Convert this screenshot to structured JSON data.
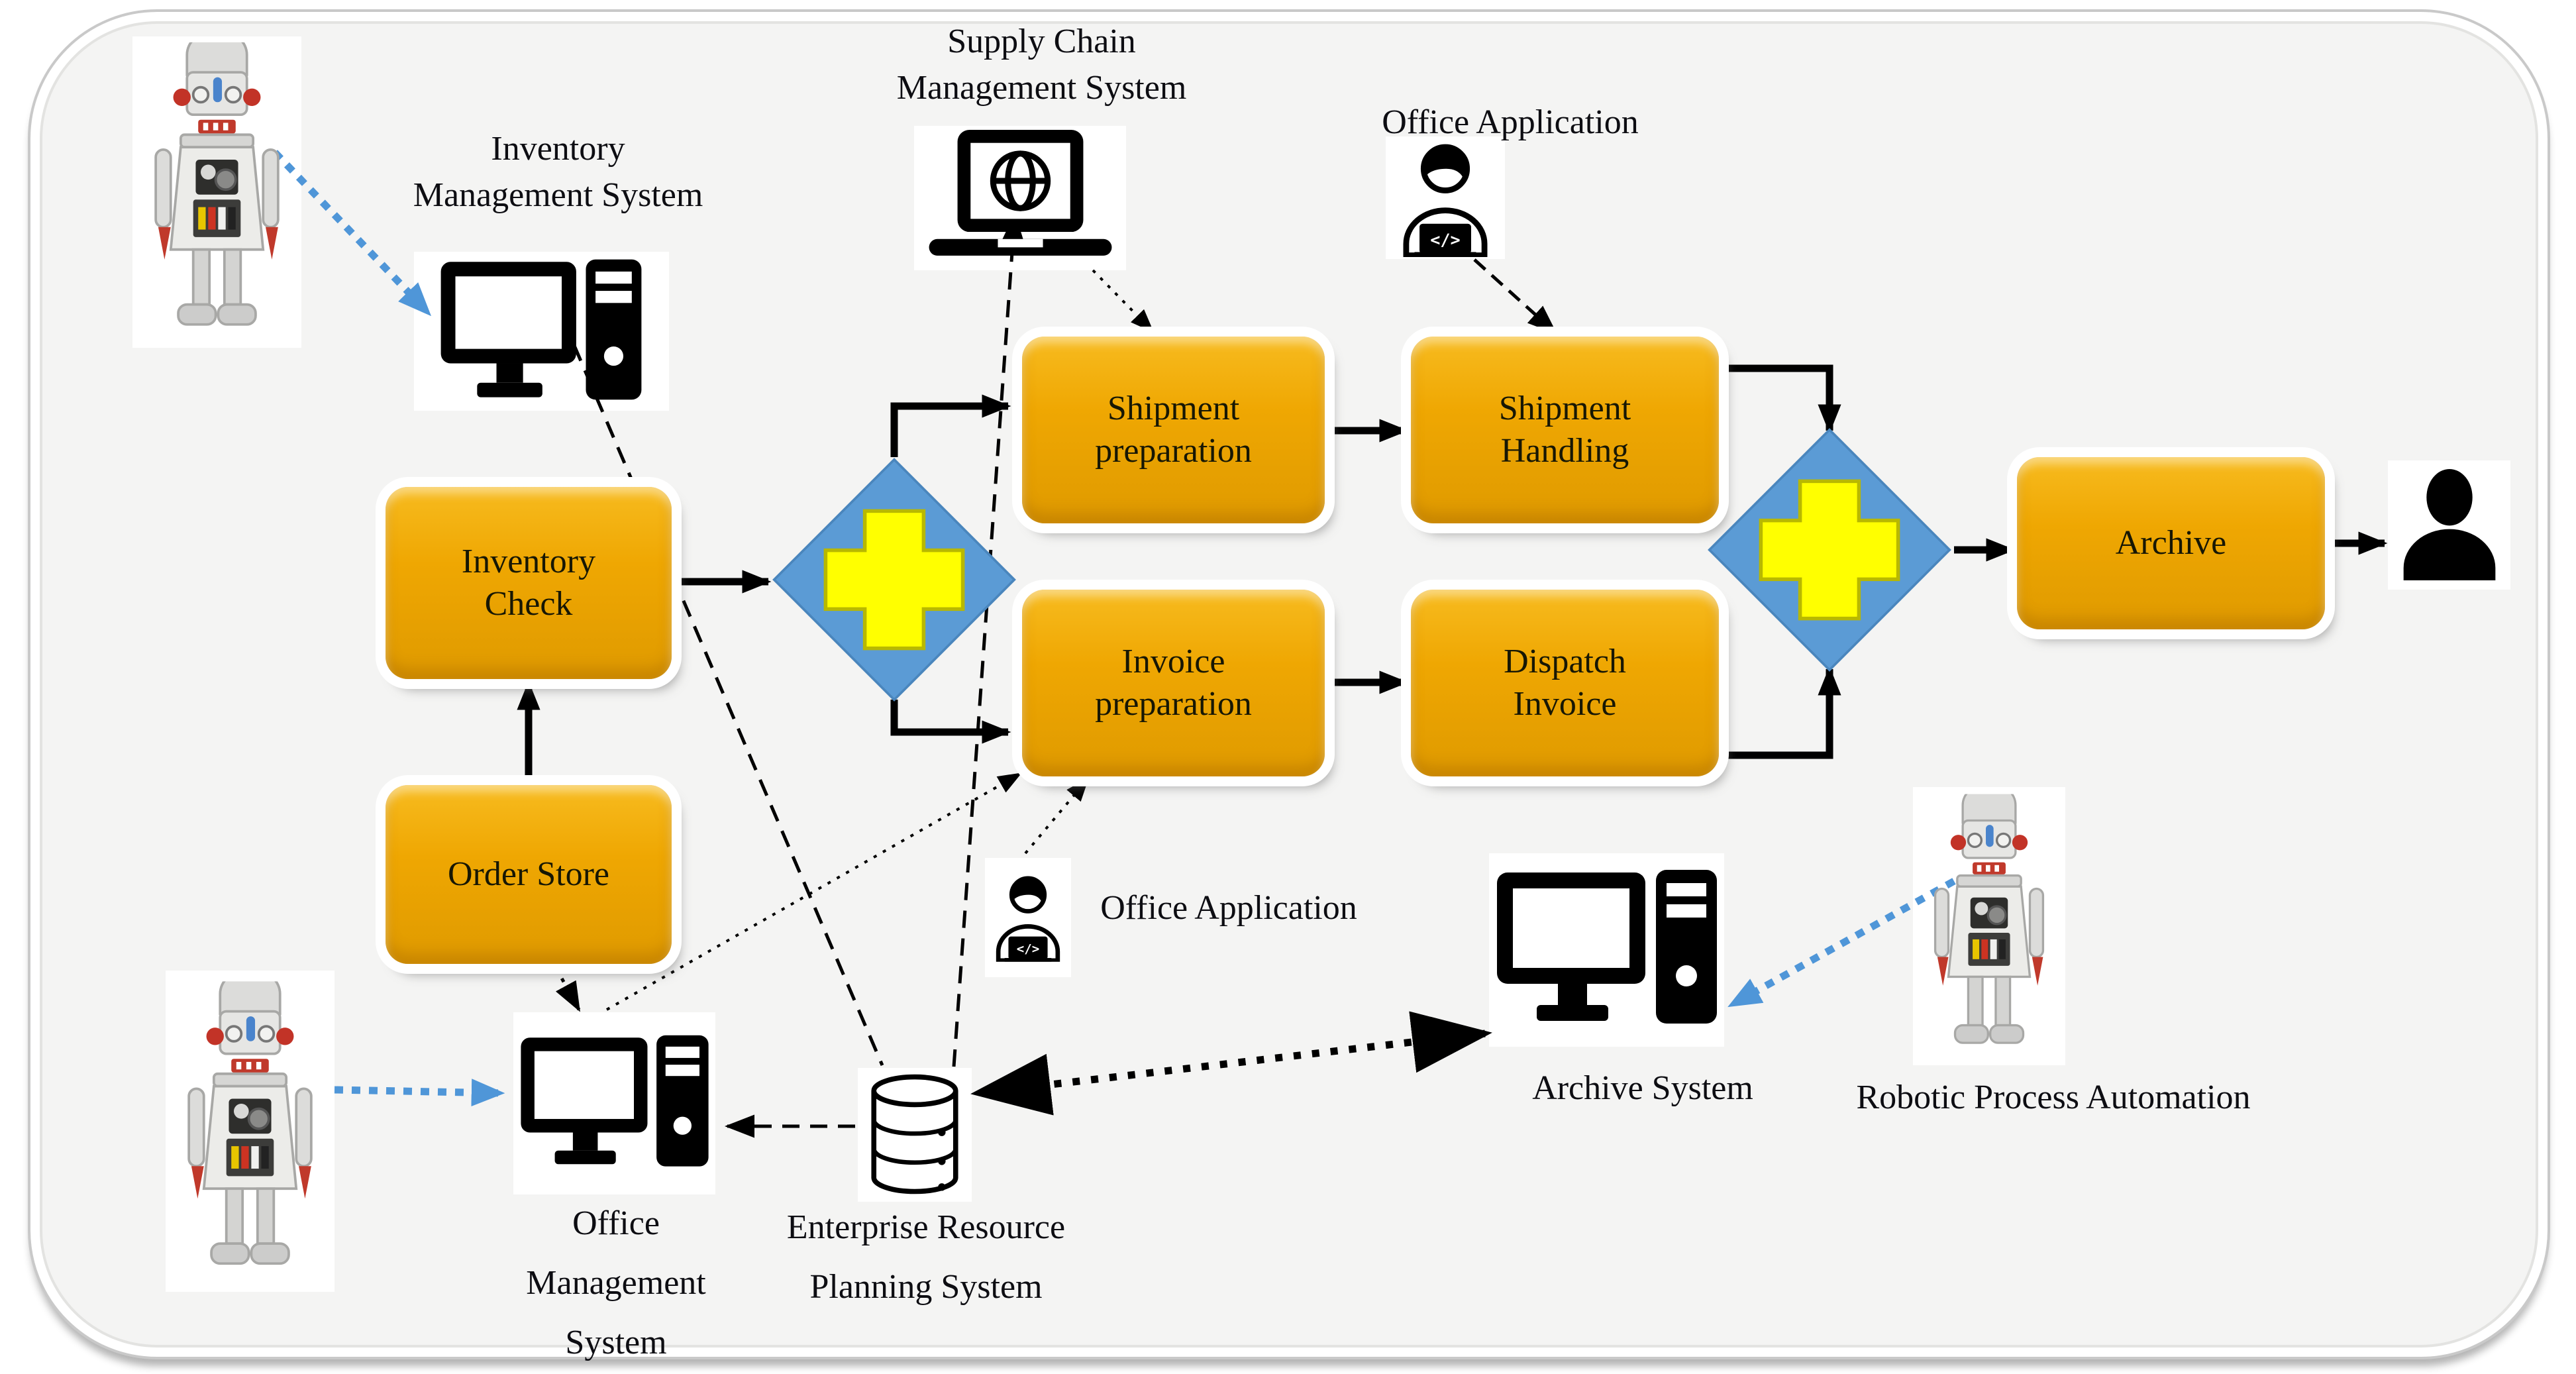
{
  "frame": {
    "background": "#f4f4f3",
    "border": "#c9c9c9"
  },
  "colors": {
    "task_fill": "#efa702",
    "task_text": "#171704",
    "gateway_fill": "#5b9bd5",
    "gateway_cross": "#ffff00",
    "flow_line": "#000000",
    "association_line": "#000000",
    "rpa_arrow": "#4f96d8",
    "icon_black": "#000000"
  },
  "tasks": {
    "inventory_check": {
      "line1": "Inventory",
      "line2": "Check"
    },
    "order_store": {
      "line1": "Order Store",
      "line2": ""
    },
    "shipment_preparation": {
      "line1": "Shipment",
      "line2": "preparation"
    },
    "shipment_handling": {
      "line1": "Shipment",
      "line2": "Handling"
    },
    "invoice_preparation": {
      "line1": "Invoice",
      "line2": "preparation"
    },
    "dispatch_invoice": {
      "line1": "Dispatch",
      "line2": "Invoice"
    },
    "archive": {
      "line1": "Archive",
      "line2": ""
    }
  },
  "labels": {
    "inventory_management_system": {
      "line1": "Inventory",
      "line2": "Management System"
    },
    "supply_chain_management_system": {
      "line1": "Supply Chain",
      "line2": "Management System"
    },
    "office_application_top": "Office Application",
    "office_application_bottom": "Office Application",
    "office_management_system": {
      "line1": "Office Management",
      "line2": "System"
    },
    "enterprise_resource_planning_system": {
      "line1": "Enterprise Resource",
      "line2": "Planning System"
    },
    "archive_system": "Archive System",
    "robotic_process_automation": "Robotic Process Automation"
  },
  "glyphs": {
    "coder_laptop_code": "</>"
  },
  "icons": {
    "rpa_robot_top_left": "toy-robot-photo",
    "rpa_robot_bottom_left": "toy-robot-photo",
    "rpa_robot_right": "toy-robot-photo",
    "inventory_management_system": "desktop-computer-icon",
    "office_management_system": "desktop-computer-icon",
    "archive_system": "desktop-computer-icon",
    "supply_chain_management_system": "laptop-globe-icon",
    "office_application_top": "person-coding-laptop-icon",
    "office_application_bottom": "person-coding-laptop-icon",
    "enterprise_resource_planning_system": "database-cylinder-icon",
    "end_user": "person-silhouette-icon",
    "gateway_1": "parallel-gateway-plus-icon",
    "gateway_2": "parallel-gateway-plus-icon"
  }
}
